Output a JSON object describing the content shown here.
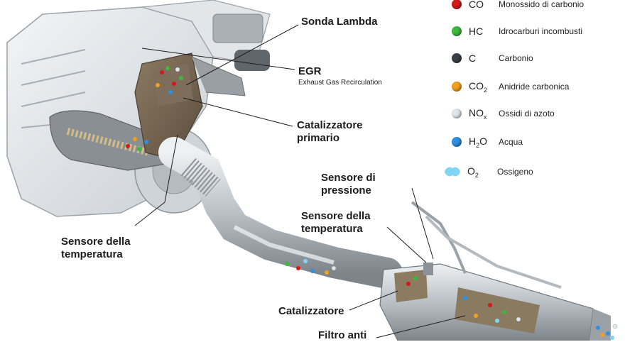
{
  "labels": {
    "sonda_lambda": "Sonda Lambda",
    "egr": "EGR",
    "egr_sub": "Exhaust Gas Recirculation",
    "catalizzatore_primario_1": "Catalizzatore",
    "catalizzatore_primario_2": "primario",
    "sensore_pressione_1": "Sensore di",
    "sensore_pressione_2": "pressione",
    "sensore_temp_right_1": "Sensore della",
    "sensore_temp_right_2": "temperatura",
    "sensore_temp_left_1": "Sensore della",
    "sensore_temp_left_2": "temperatura",
    "catalizzatore": "Catalizzatore",
    "filtro": "Filtro anti"
  },
  "legend": [
    {
      "formula": "CO",
      "sub": "",
      "desc": "Monossido di carbonio",
      "color": "#d21a1a",
      "icon": "red-sphere"
    },
    {
      "formula": "HC",
      "sub": "",
      "desc": "Idrocarburi incombusti",
      "color": "#3db83d",
      "icon": "green-sphere"
    },
    {
      "formula": "C",
      "sub": "",
      "desc": "Carbonio",
      "color": "#3a4048",
      "icon": "dark-sphere"
    },
    {
      "formula": "CO",
      "sub": "2",
      "desc": "Anidride carbonica",
      "color": "#f0a020",
      "icon": "orange-sphere"
    },
    {
      "formula": "NO",
      "sub": "x",
      "desc": "Ossidi di azoto",
      "color": "#dfe6ea",
      "icon": "white-sphere"
    },
    {
      "formula": "H",
      "sub": "2",
      "tail": "O",
      "desc": "Acqua",
      "color": "#2f8fe0",
      "icon": "blue-sphere"
    },
    {
      "formula": "O",
      "sub": "2",
      "desc": "Ossigeno",
      "color": "#7fd6f2",
      "icon": "cyan-double-sphere"
    }
  ],
  "colors": {
    "metal_light": "#dfe3e6",
    "metal_mid": "#b5bcc2",
    "metal_dark": "#7f878d",
    "label_text": "#1c1c1c"
  }
}
